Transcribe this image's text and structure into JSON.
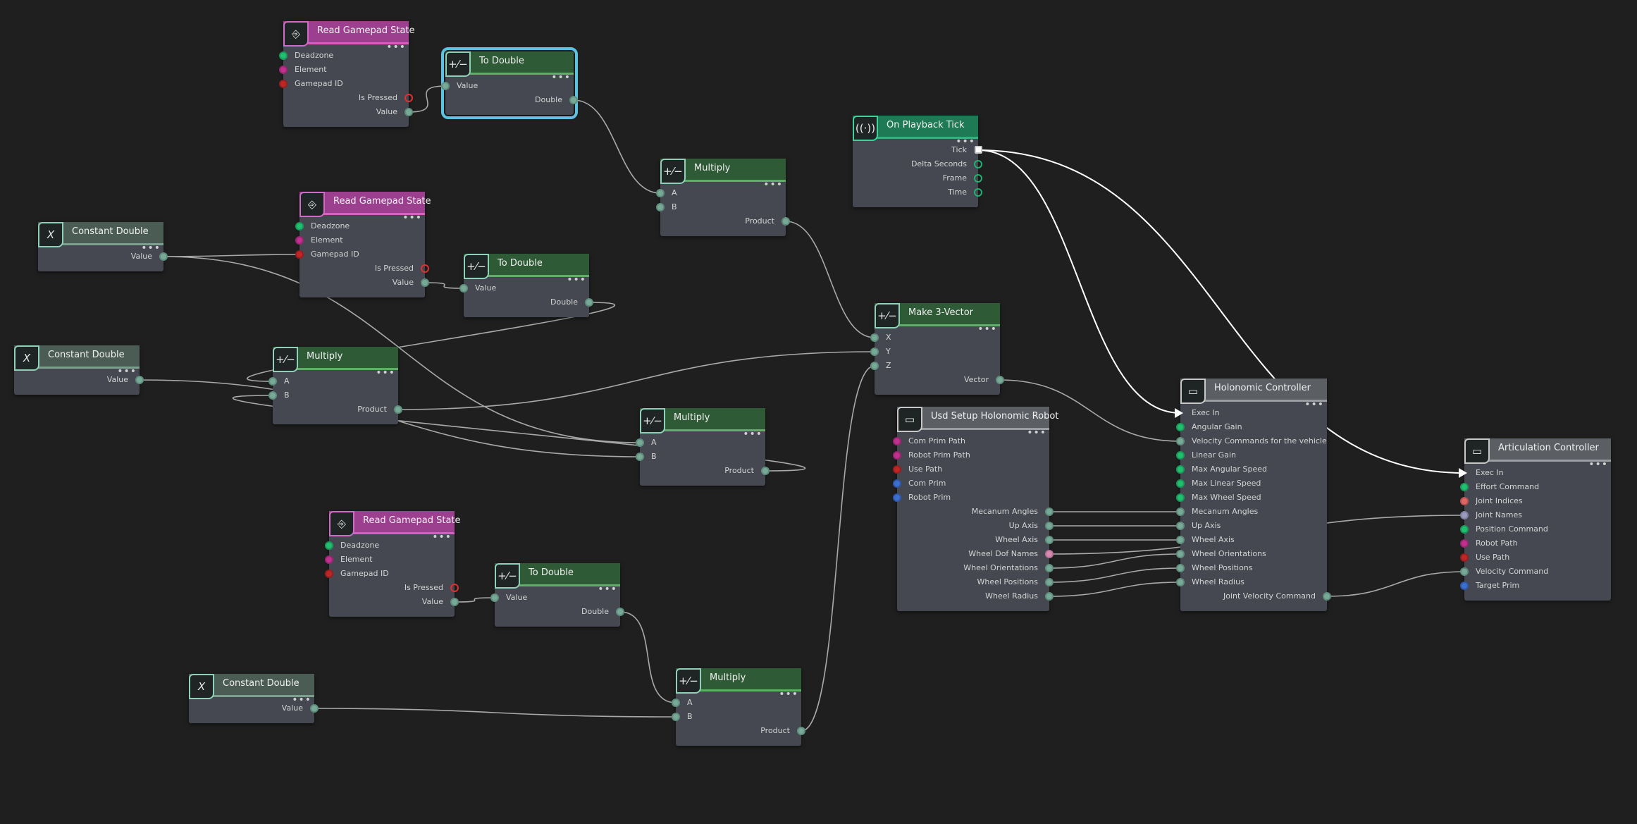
{
  "colors": {
    "background": "#1f1f20",
    "node_body": "#454851",
    "header_input": "#9c3f8f",
    "header_math": "#2e5a35",
    "header_const": "#4b5c55",
    "header_event": "#1d7a55",
    "header_isaac": "#5b5e63",
    "selection": "#5cc2e0",
    "wire": "#a8aaa8",
    "exec_wire": "#ffffff"
  },
  "nodes": [
    {
      "id": "rgs1",
      "kind": "input",
      "title": "Read Gamepad State",
      "icon": "gamepad-input-icon",
      "glyph": "⎆",
      "inputs": [
        [
          "Deadzone",
          "green"
        ],
        [
          "Element",
          "magenta"
        ],
        [
          "Gamepad ID",
          "red"
        ]
      ],
      "outputs": [
        [
          "Is Pressed",
          "ring-red"
        ],
        [
          "Value",
          "teal"
        ]
      ]
    },
    {
      "id": "td1",
      "kind": "math",
      "title": "To Double",
      "icon": "plus-minus-icon",
      "glyph": "+⁄−",
      "selected": true,
      "inputs": [
        [
          "Value",
          "teal"
        ]
      ],
      "outputs": [
        [
          "Double",
          "teal"
        ]
      ]
    },
    {
      "id": "opt",
      "kind": "event",
      "title": "On Playback Tick",
      "icon": "broadcast-icon",
      "glyph": "((·))",
      "inputs": [],
      "outputs": [
        [
          "Tick",
          "tick"
        ],
        [
          "Delta Seconds",
          "ring-green"
        ],
        [
          "Frame",
          "ring-green"
        ],
        [
          "Time",
          "ring-green"
        ]
      ]
    },
    {
      "id": "mul1",
      "kind": "math",
      "title": "Multiply",
      "icon": "plus-minus-icon",
      "glyph": "+⁄−",
      "inputs": [
        [
          "A",
          "teal"
        ],
        [
          "B",
          "teal"
        ]
      ],
      "outputs": [
        [
          "Product",
          "teal"
        ]
      ]
    },
    {
      "id": "rgs2",
      "kind": "input",
      "title": "Read Gamepad State",
      "icon": "gamepad-input-icon",
      "glyph": "⎆",
      "inputs": [
        [
          "Deadzone",
          "green"
        ],
        [
          "Element",
          "magenta"
        ],
        [
          "Gamepad ID",
          "red"
        ]
      ],
      "outputs": [
        [
          "Is Pressed",
          "ring-red"
        ],
        [
          "Value",
          "teal"
        ]
      ]
    },
    {
      "id": "cd1",
      "kind": "const",
      "title": "Constant Double",
      "icon": "variable-x-icon",
      "glyph": "X",
      "inputs": [],
      "outputs": [
        [
          "Value",
          "teal"
        ]
      ]
    },
    {
      "id": "td2",
      "kind": "math",
      "title": "To Double",
      "icon": "plus-minus-icon",
      "glyph": "+⁄−",
      "inputs": [
        [
          "Value",
          "teal"
        ]
      ],
      "outputs": [
        [
          "Double",
          "teal"
        ]
      ]
    },
    {
      "id": "m3v",
      "kind": "math",
      "title": "Make 3-Vector",
      "icon": "plus-minus-icon",
      "glyph": "+⁄−",
      "inputs": [
        [
          "X",
          "teal"
        ],
        [
          "Y",
          "teal"
        ],
        [
          "Z",
          "teal"
        ]
      ],
      "outputs": [
        [
          "Vector",
          "teal"
        ]
      ]
    },
    {
      "id": "cd2",
      "kind": "const",
      "title": "Constant Double",
      "icon": "variable-x-icon",
      "glyph": "X",
      "inputs": [],
      "outputs": [
        [
          "Value",
          "teal"
        ]
      ]
    },
    {
      "id": "mul2",
      "kind": "math",
      "title": "Multiply",
      "icon": "plus-minus-icon",
      "glyph": "+⁄−",
      "inputs": [
        [
          "A",
          "teal"
        ],
        [
          "B",
          "teal"
        ]
      ],
      "outputs": [
        [
          "Product",
          "teal"
        ]
      ]
    },
    {
      "id": "holo",
      "kind": "isaac",
      "title": "Holonomic Controller",
      "icon": "isaac-node-icon",
      "glyph": "▭",
      "inputs": [
        [
          "Exec In",
          "exec"
        ],
        [
          "Angular Gain",
          "green"
        ],
        [
          "Velocity Commands for the vehicle",
          "teal"
        ],
        [
          "Linear Gain",
          "green"
        ],
        [
          "Max Angular Speed",
          "green"
        ],
        [
          "Max Linear Speed",
          "green"
        ],
        [
          "Max Wheel Speed",
          "green"
        ],
        [
          "Mecanum Angles",
          "teal"
        ],
        [
          "Up Axis",
          "teal"
        ],
        [
          "Wheel Axis",
          "teal"
        ],
        [
          "Wheel Orientations",
          "teal"
        ],
        [
          "Wheel Positions",
          "teal"
        ],
        [
          "Wheel Radius",
          "teal"
        ]
      ],
      "outputs": [
        [
          "Joint Velocity Command",
          "teal"
        ]
      ]
    },
    {
      "id": "usd",
      "kind": "isaac",
      "title": "Usd Setup Holonomic Robot",
      "icon": "isaac-node-icon",
      "glyph": "▭",
      "inputs": [
        [
          "Com Prim Path",
          "magenta"
        ],
        [
          "Robot Prim Path",
          "magenta"
        ],
        [
          "Use Path",
          "red"
        ],
        [
          "Com Prim",
          "blue"
        ],
        [
          "Robot Prim",
          "blue"
        ]
      ],
      "outputs": [
        [
          "Mecanum Angles",
          "teal"
        ],
        [
          "Up Axis",
          "teal"
        ],
        [
          "Wheel Axis",
          "teal"
        ],
        [
          "Wheel Dof Names",
          "pink"
        ],
        [
          "Wheel Orientations",
          "teal"
        ],
        [
          "Wheel Positions",
          "teal"
        ],
        [
          "Wheel Radius",
          "teal"
        ]
      ]
    },
    {
      "id": "mul3",
      "kind": "math",
      "title": "Multiply",
      "icon": "plus-minus-icon",
      "glyph": "+⁄−",
      "inputs": [
        [
          "A",
          "teal"
        ],
        [
          "B",
          "teal"
        ]
      ],
      "outputs": [
        [
          "Product",
          "teal"
        ]
      ]
    },
    {
      "id": "art",
      "kind": "isaac",
      "title": "Articulation Controller",
      "icon": "isaac-node-icon",
      "glyph": "▭",
      "inputs": [
        [
          "Exec In",
          "exec"
        ],
        [
          "Effort Command",
          "green"
        ],
        [
          "Joint Indices",
          "salmon"
        ],
        [
          "Joint Names",
          "lilac"
        ],
        [
          "Position Command",
          "green"
        ],
        [
          "Robot Path",
          "magenta"
        ],
        [
          "Use Path",
          "red"
        ],
        [
          "Velocity Command",
          "teal"
        ],
        [
          "Target Prim",
          "blue"
        ]
      ],
      "outputs": []
    },
    {
      "id": "rgs3",
      "kind": "input",
      "title": "Read Gamepad State",
      "icon": "gamepad-input-icon",
      "glyph": "⎆",
      "inputs": [
        [
          "Deadzone",
          "green"
        ],
        [
          "Element",
          "magenta"
        ],
        [
          "Gamepad ID",
          "red"
        ]
      ],
      "outputs": [
        [
          "Is Pressed",
          "ring-red"
        ],
        [
          "Value",
          "teal"
        ]
      ]
    },
    {
      "id": "td3",
      "kind": "math",
      "title": "To Double",
      "icon": "plus-minus-icon",
      "glyph": "+⁄−",
      "inputs": [
        [
          "Value",
          "teal"
        ]
      ],
      "outputs": [
        [
          "Double",
          "teal"
        ]
      ]
    },
    {
      "id": "cd3",
      "kind": "const",
      "title": "Constant Double",
      "icon": "variable-x-icon",
      "glyph": "X",
      "inputs": [],
      "outputs": [
        [
          "Value",
          "teal"
        ]
      ]
    },
    {
      "id": "cd4",
      "kind": "const",
      "title": "Constant Double",
      "icon": "variable-x-icon",
      "glyph": "X",
      "inputs": [],
      "outputs": [
        [
          "Value",
          "teal"
        ]
      ]
    }
  ],
  "wires": [
    [
      "rgs1",
      "out",
      "Value",
      "td1",
      "in",
      "Value"
    ],
    [
      "td1",
      "out",
      "Double",
      "mul1",
      "in",
      "A"
    ],
    [
      "rgs2",
      "out",
      "Gamepad ID",
      "mul1",
      "in",
      "B"
    ],
    [
      "cd1",
      "out",
      "Value",
      "rgs2",
      "in",
      "Gamepad ID"
    ],
    [
      "cd1",
      "out",
      "Value",
      "mul3",
      "in",
      "A"
    ],
    [
      "cd2",
      "out",
      "Value",
      "mul3",
      "in",
      "B"
    ],
    [
      "rgs2",
      "out",
      "Value",
      "td2",
      "in",
      "Value"
    ],
    [
      "td2",
      "out",
      "Double",
      "mul2",
      "in",
      "A"
    ],
    [
      "mul3",
      "out",
      "Product",
      "mul2",
      "in",
      "B"
    ],
    [
      "mul1",
      "out",
      "Product",
      "m3v",
      "in",
      "X"
    ],
    [
      "mul2",
      "out",
      "Product",
      "m3v",
      "in",
      "Y"
    ],
    [
      "rgs3",
      "out",
      "Value",
      "td3",
      "in",
      "Value"
    ],
    [
      "td3",
      "out",
      "Double",
      "mul4",
      "in",
      "A"
    ],
    [
      "cd4",
      "out",
      "Value",
      "mul4",
      "in",
      "B"
    ],
    [
      "mul4",
      "out",
      "Product",
      "m3v",
      "in",
      "Z"
    ],
    [
      "m3v",
      "out",
      "Vector",
      "holo",
      "in",
      "Velocity Commands for the vehicle"
    ],
    [
      "usd",
      "out",
      "Mecanum Angles",
      "holo",
      "in",
      "Mecanum Angles"
    ],
    [
      "usd",
      "out",
      "Up Axis",
      "holo",
      "in",
      "Up Axis"
    ],
    [
      "usd",
      "out",
      "Wheel Axis",
      "holo",
      "in",
      "Wheel Axis"
    ],
    [
      "usd",
      "out",
      "Wheel Dof Names",
      "art",
      "in",
      "Joint Names"
    ],
    [
      "usd",
      "out",
      "Wheel Orientations",
      "holo",
      "in",
      "Wheel Orientations"
    ],
    [
      "usd",
      "out",
      "Wheel Positions",
      "holo",
      "in",
      "Wheel Positions"
    ],
    [
      "usd",
      "out",
      "Wheel Radius",
      "holo",
      "in",
      "Wheel Radius"
    ],
    [
      "holo",
      "out",
      "Joint Velocity Command",
      "art",
      "in",
      "Velocity Command"
    ]
  ],
  "exec_wires": [
    [
      "opt",
      "out",
      "Tick",
      "holo",
      "in",
      "Exec In"
    ],
    [
      "opt",
      "out",
      "Tick",
      "art",
      "in",
      "Exec In"
    ]
  ]
}
